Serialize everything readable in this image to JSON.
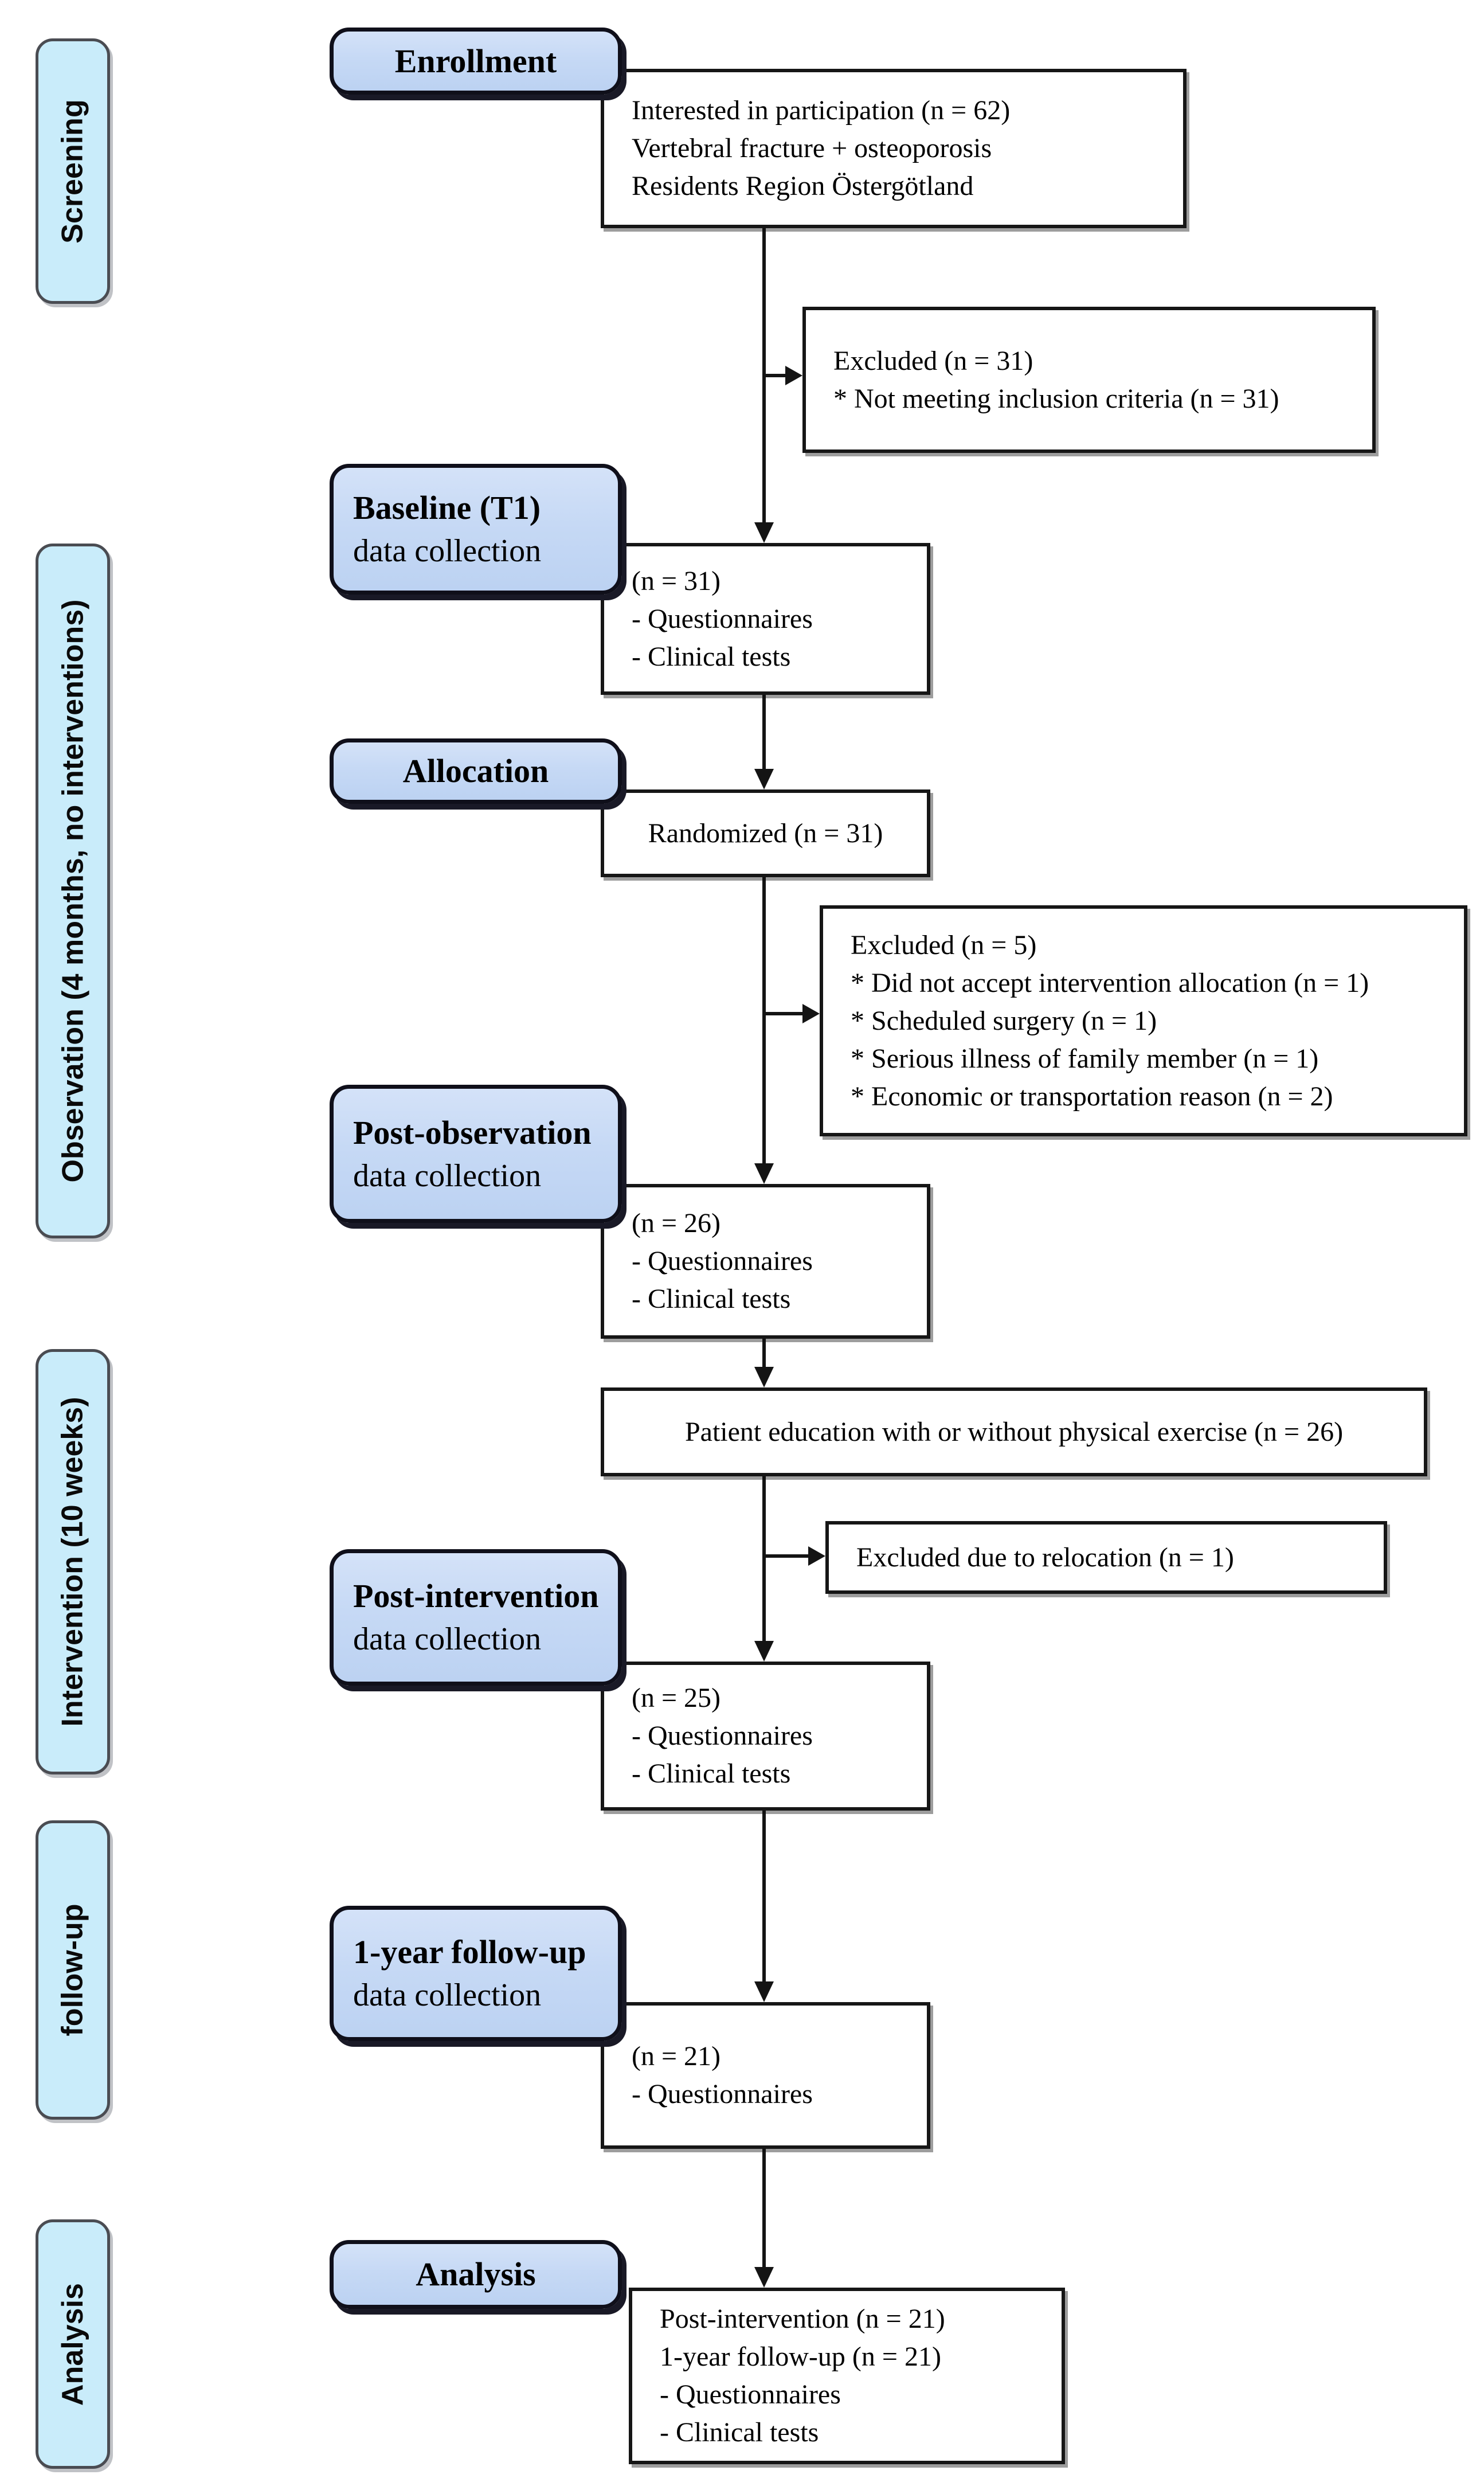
{
  "colors": {
    "page_background": "#ffffff",
    "sidebar_fill": "#c9ecfa",
    "sidebar_border": "#4a4c52",
    "stage_fill": "#c6d9f5",
    "stage_border": "#0f0f1a",
    "content_box_fill": "#ffffff",
    "content_box_border": "#161616",
    "arrow": "#141414",
    "text": "#000000"
  },
  "sidebar": {
    "screening": "Screening",
    "observation": "Observation (4 months, no interventions)",
    "intervention": "Intervention (10 weeks)",
    "followup": "follow-up",
    "analysis": "Analysis"
  },
  "stages": {
    "enrollment": {
      "title": "Enrollment"
    },
    "baseline": {
      "title": "Baseline (T1)",
      "subtitle": "data collection"
    },
    "allocation": {
      "title": "Allocation"
    },
    "post_observation": {
      "title": "Post-observation",
      "subtitle": "data collection"
    },
    "post_intervention": {
      "title": "Post-intervention",
      "subtitle": "data collection"
    },
    "one_year_followup": {
      "title": "1-year follow-up",
      "subtitle": "data collection"
    },
    "analysis": {
      "title": "Analysis"
    }
  },
  "boxes": {
    "interested": {
      "lines": [
        "Interested in participation (n = 62)",
        "Vertebral fracture + osteoporosis",
        "Residents Region Östergötland"
      ]
    },
    "excluded_screening": {
      "lines": [
        "Excluded (n = 31)",
        "* Not meeting inclusion criteria (n = 31)"
      ]
    },
    "baseline_data": {
      "lines": [
        "(n = 31)",
        "- Questionnaires",
        "- Clinical tests"
      ]
    },
    "randomized": {
      "label": "Randomized (n = 31)"
    },
    "excluded_allocation": {
      "lines": [
        "Excluded (n = 5)",
        "* Did not accept intervention allocation (n = 1)",
        "* Scheduled surgery (n = 1)",
        "* Serious illness of family member (n = 1)",
        "* Economic or transportation reason (n = 2)"
      ]
    },
    "post_observation_data": {
      "lines": [
        "(n = 26)",
        "- Questionnaires",
        "- Clinical tests"
      ]
    },
    "patient_education": {
      "label": "Patient education with or without physical exercise (n = 26)"
    },
    "excluded_relocation": {
      "label": "Excluded due to relocation (n = 1)"
    },
    "post_intervention_data": {
      "lines": [
        "(n = 25)",
        "- Questionnaires",
        "- Clinical tests"
      ]
    },
    "followup_data": {
      "lines": [
        "(n = 21)",
        "- Questionnaires"
      ]
    },
    "analysis_data": {
      "lines": [
        "Post-intervention (n = 21)",
        "1-year follow-up (n = 21)",
        "- Questionnaires",
        "- Clinical tests"
      ]
    }
  }
}
